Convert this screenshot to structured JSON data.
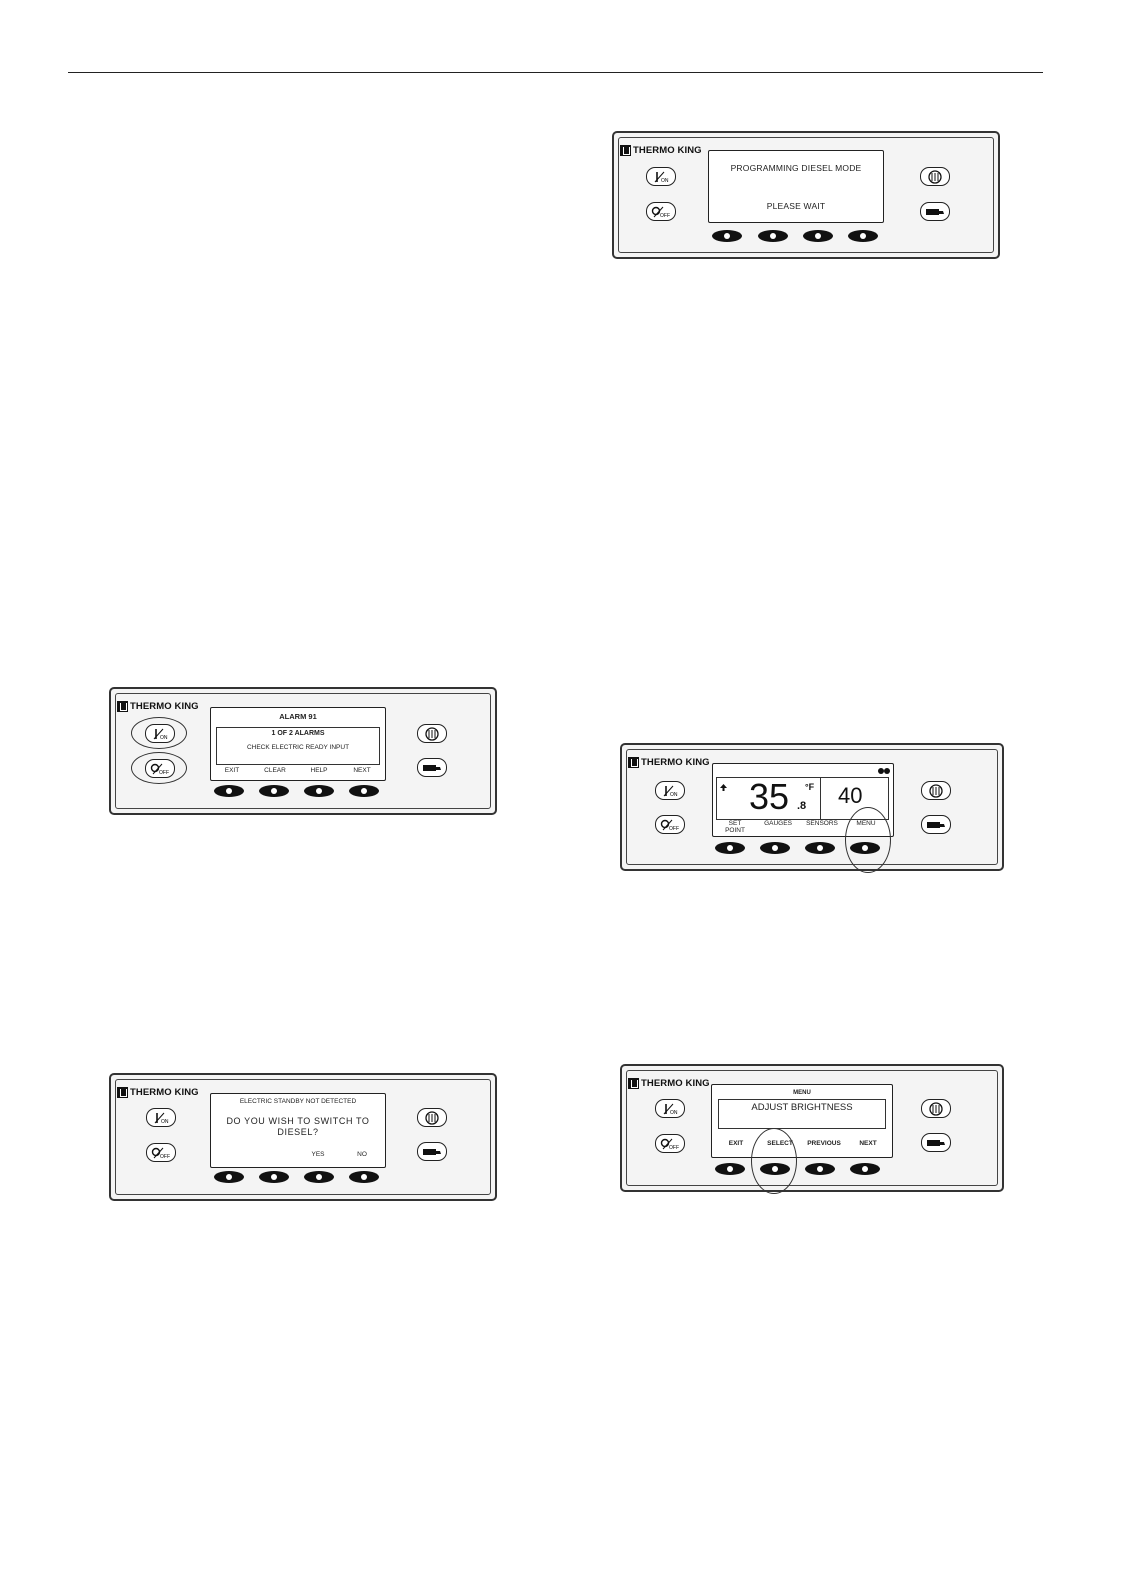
{
  "brand": "THERMO KING",
  "panels": {
    "programming": {
      "line1": "PROGRAMMING DIESEL MODE",
      "line2": "PLEASE WAIT"
    },
    "alarm": {
      "title": "ALARM 91",
      "count": "1 OF 2 ALARMS",
      "message": "CHECK ELECTRIC READY INPUT",
      "soft_keys": [
        "EXIT",
        "CLEAR",
        "HELP",
        "NEXT"
      ]
    },
    "standard": {
      "temperature_whole": "35",
      "temperature_decimal": ".8",
      "unit": "°F",
      "setpoint": "40",
      "soft_keys": [
        "SET POINT",
        "GAUGES",
        "SENSORS",
        "MENU"
      ]
    },
    "switch_diesel": {
      "header": "ELECTRIC STANDBY NOT DETECTED",
      "question_line1": "DO YOU WISH TO SWITCH TO",
      "question_line2": "DIESEL?",
      "soft_keys": [
        "",
        "",
        "YES",
        "NO"
      ]
    },
    "menu": {
      "title": "MENU",
      "item": "ADJUST BRIGHTNESS",
      "soft_keys": [
        "EXIT",
        "SELECT",
        "PREVIOUS",
        "NEXT"
      ]
    }
  }
}
